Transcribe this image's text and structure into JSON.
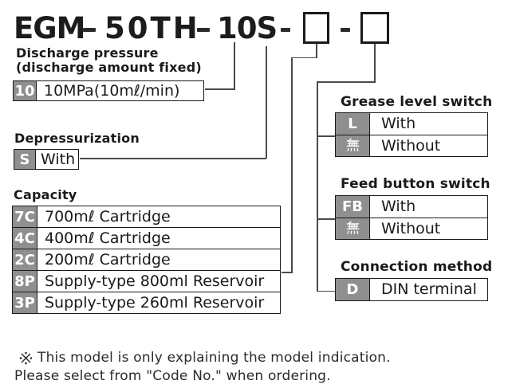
{
  "model": {
    "prefix": "EGM",
    "mid": "50TH",
    "suffix": "10S",
    "separator": "-",
    "placeholder_box_count": 2
  },
  "sections": {
    "discharge": {
      "heading_line1": "Discharge pressure",
      "heading_line2": "(discharge amount fixed)",
      "rows": [
        {
          "code": "10",
          "label": "10MPa(10mℓ/min)"
        }
      ]
    },
    "depressurization": {
      "heading": "Depressurization",
      "rows": [
        {
          "code": "S",
          "label": "With"
        }
      ]
    },
    "capacity": {
      "heading": "Capacity",
      "rows": [
        {
          "code": "7C",
          "label": "700mℓ Cartridge"
        },
        {
          "code": "4C",
          "label": "400mℓ Cartridge"
        },
        {
          "code": "2C",
          "label": "200mℓ Cartridge"
        },
        {
          "code": "8P",
          "label": "Supply-type 800ml Reservoir"
        },
        {
          "code": "3P",
          "label": "Supply-type 260ml Reservoir"
        }
      ]
    },
    "grease_level_switch": {
      "heading": "Grease level switch",
      "rows": [
        {
          "code": "L",
          "label": "With"
        },
        {
          "code": "無",
          "label": "Without"
        }
      ]
    },
    "feed_button_switch": {
      "heading": "Feed button switch",
      "rows": [
        {
          "code": "FB",
          "label": "With"
        },
        {
          "code": "無",
          "label": "Without"
        }
      ]
    },
    "connection_method": {
      "heading": "Connection method",
      "rows": [
        {
          "code": "D",
          "label": "DIN terminal"
        }
      ]
    }
  },
  "note": {
    "marker": "※",
    "line1": "This model is only explaining the model indication.",
    "line2": "Please select from \"Code No.\" when ordering."
  },
  "colors": {
    "code_cell_bg": "#8f8f8f",
    "border": "#1a1a1a",
    "connector_line": "#4a4a4a",
    "background": "#ffffff"
  }
}
